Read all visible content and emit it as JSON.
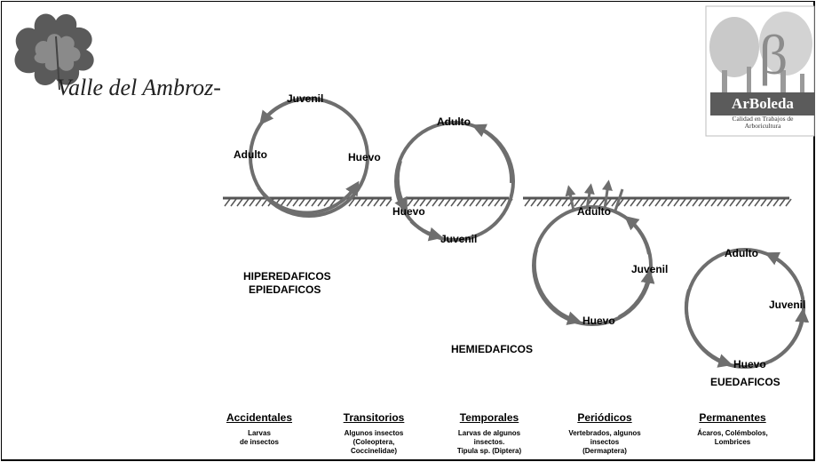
{
  "logo_left": {
    "text": "Valle del Ambroz-",
    "icon": "oak-leaf-icon"
  },
  "logo_right": {
    "symbol": "β",
    "name": "ArBoleda",
    "tagline": "Calidad en Trabajos de\nArboricultura",
    "icon": "tree-logo-icon"
  },
  "cycles": [
    {
      "labels": {
        "top": "Juvenil",
        "left": "Adulto",
        "right": "Huevo"
      }
    },
    {
      "labels": {
        "top": "Adulto",
        "left": "Huevo",
        "bottom": "Juvenil"
      }
    },
    {
      "labels": {
        "top": "Adulto",
        "right": "Juvenil",
        "bottom": "Huevo"
      }
    },
    {
      "labels": {
        "top": "Adulto",
        "right": "Juvenil",
        "bottom": "Huevo"
      }
    }
  ],
  "groups": {
    "hiperedaficos": "HIPEREDAFICOS",
    "epiedaficos": "EPIEDAFICOS",
    "hemiedaficos": "HEMIEDAFICOS",
    "euedaficos": "EUEDAFICOS"
  },
  "categories": [
    {
      "title": "Accidentales",
      "desc": "Larvas\nde insectos"
    },
    {
      "title": "Transitorios",
      "desc": "Algunos insectos\n(Coleoptera,\nCoccinelidae)"
    },
    {
      "title": "Temporales",
      "desc": "Larvas de algunos\ninsectos.\nTipula sp. (Diptera)"
    },
    {
      "title": "Periódicos",
      "desc": "Vertebrados, algunos\ninsectos\n(Dermaptera)"
    },
    {
      "title": "Permanentes",
      "desc": "Ácaros, Colémbolos,\nLombrices"
    }
  ],
  "colors": {
    "cycle": "#6e6e6e",
    "ground": "#555555",
    "logo_leaf": "#5a5a5a",
    "logo_band": "#5b5b5b"
  }
}
